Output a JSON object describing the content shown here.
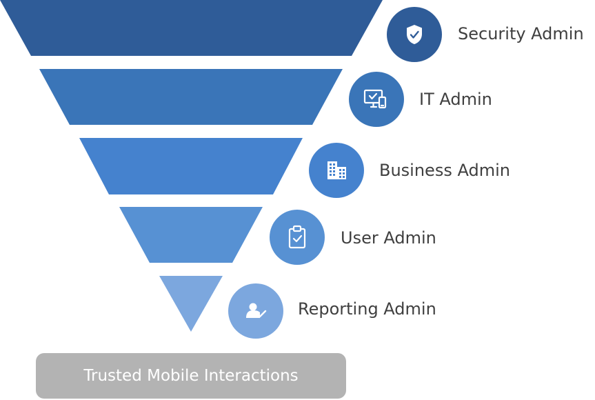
{
  "tiers": [
    {
      "label": "Security Admin",
      "icon": "shield-check-icon",
      "color": "#2f5c98",
      "circle": "#2f5c98"
    },
    {
      "label": "IT Admin",
      "icon": "monitor-device-icon",
      "color": "#3a75b8",
      "circle": "#3a75b8"
    },
    {
      "label": "Business Admin",
      "icon": "building-icon",
      "color": "#4582ce",
      "circle": "#4582ce"
    },
    {
      "label": "User Admin",
      "icon": "clipboard-check-icon",
      "color": "#5791d3",
      "circle": "#5791d3"
    },
    {
      "label": "Reporting Admin",
      "icon": "user-check-icon",
      "color": "#7ca7de",
      "circle": "#7ca7de"
    }
  ],
  "base": {
    "label": "Trusted Mobile Interactions",
    "color": "#b3b3b3"
  }
}
